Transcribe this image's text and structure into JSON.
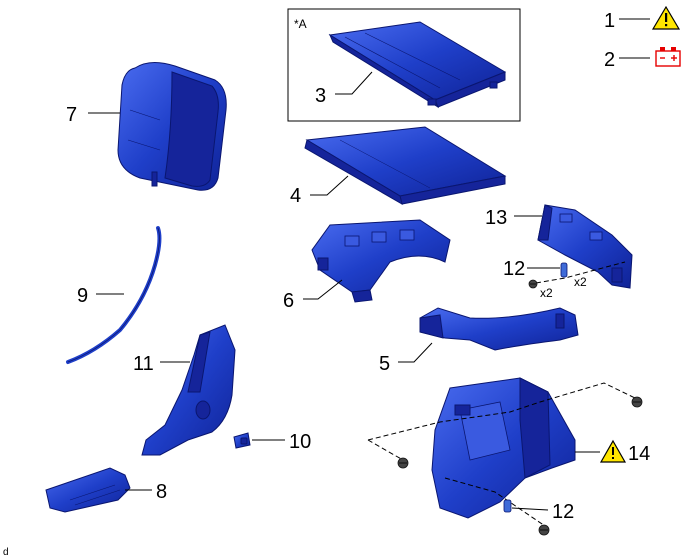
{
  "legend": {
    "items": [
      {
        "number": "1",
        "icon": "caution-triangle-icon"
      },
      {
        "number": "2",
        "icon": "battery-disconnect-icon"
      }
    ]
  },
  "inset": {
    "label": "*A"
  },
  "callouts": {
    "p3": "3",
    "p4": "4",
    "p5": "5",
    "p6": "6",
    "p7": "7",
    "p8": "8",
    "p9": "9",
    "p10": "10",
    "p11": "11",
    "p12a": "12",
    "p12b": "12",
    "p13": "13",
    "p14": "14"
  },
  "quantities": {
    "q1": "x2",
    "q2": "x2"
  },
  "corner_code": "d",
  "colors": {
    "part_blue": "#1f3fc9",
    "caution_yellow": "#ffe600",
    "battery_red": "#e60000"
  }
}
